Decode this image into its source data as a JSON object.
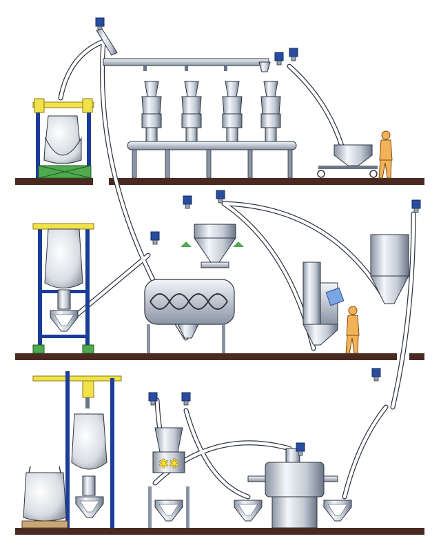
{
  "colors": {
    "background": "#ffffff",
    "floor": "#4a2a20",
    "metal_light": "#e8ecf2",
    "metal_mid": "#b8c2cf",
    "metal_dark": "#6c7686",
    "outline": "#2e3440",
    "frame_blue": "#1c3c99",
    "frame_yellow": "#f2e24a",
    "pallet_green": "#4faa4f",
    "valve_blue": "#2a4c9e",
    "worker_orange": "#f2b257",
    "cross_yellow": "#ffe030"
  },
  "floors": [
    "upper-floor",
    "middle-floor",
    "ground-floor"
  ],
  "equipment": {
    "upper_floor": [
      "bulk-bag-discharger",
      "conveyor-header",
      "filling-stations",
      "portable-hopper"
    ],
    "middle_floor": [
      "bulk-bag-discharger",
      "flexible-screw-conveyor",
      "ribbon-blender",
      "batch-hopper",
      "bag-dump-station",
      "storage-silo"
    ],
    "ground_floor": [
      "bulk-bag-filler",
      "bulk-bag",
      "lump-breaker",
      "vibratory-screener",
      "receiving-hoppers"
    ]
  },
  "icons": {
    "valve": "blue-valve-icon",
    "worker": "worker-icon",
    "breaker": "yellow-crusher-icon"
  }
}
